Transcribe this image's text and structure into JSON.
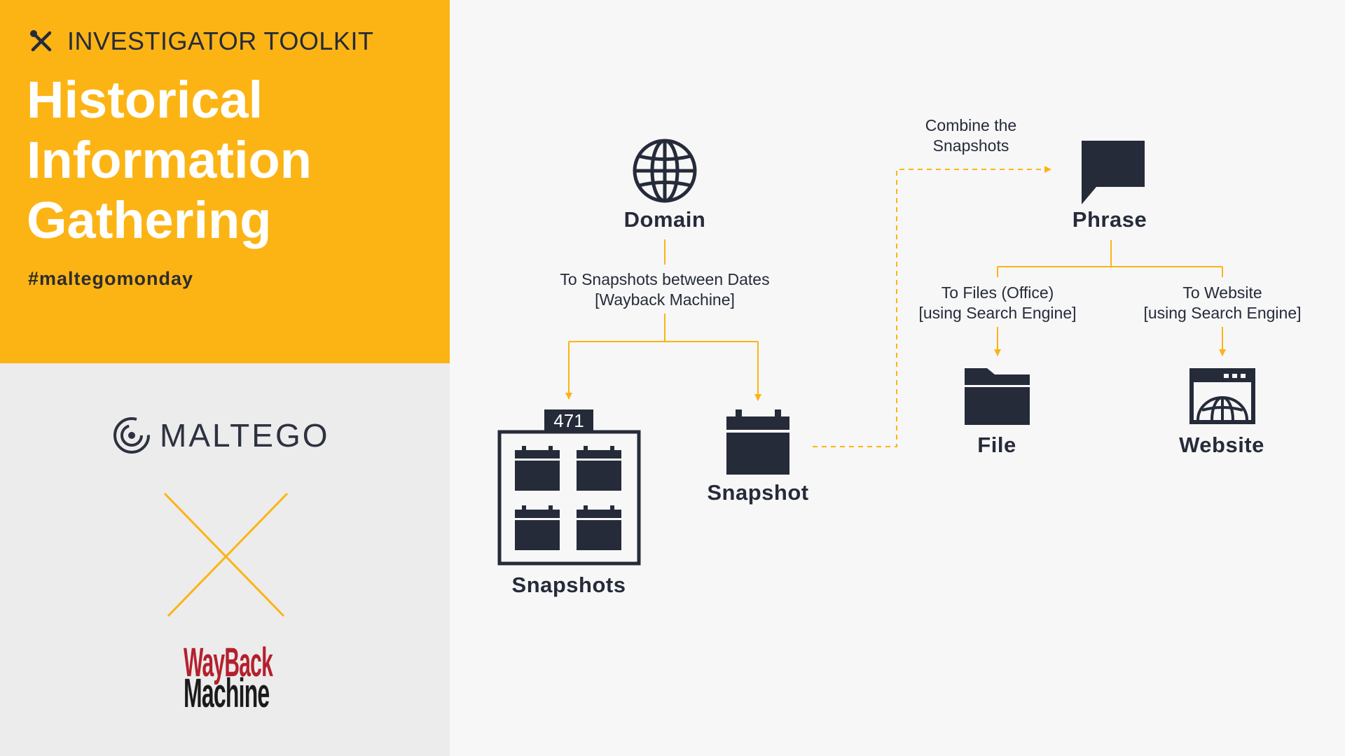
{
  "header": {
    "toolkit_label": "INVESTIGATOR TOOLKIT",
    "title_lines": [
      "Historical",
      "Information",
      "Gathering"
    ],
    "hashtag": "#maltegomonday"
  },
  "logos": {
    "maltego": "MALTEGO",
    "wayback_line1": "WayBack",
    "wayback_line2": "Machine"
  },
  "colors": {
    "yellow": "#fcb415",
    "dark": "#262b3a",
    "gray_panel": "#ececec",
    "wayback_red": "#b5202e"
  },
  "diagram": {
    "nodes": {
      "domain": "Domain",
      "snapshots": "Snapshots",
      "snapshots_count": "471",
      "snapshot": "Snapshot",
      "phrase": "Phrase",
      "file": "File",
      "website": "Website"
    },
    "edges": {
      "to_snapshots_line1": "To Snapshots between Dates",
      "to_snapshots_line2": "[Wayback Machine]",
      "combine_line1": "Combine the",
      "combine_line2": "Snapshots",
      "to_files_line1": "To Files (Office)",
      "to_files_line2": "[using Search Engine]",
      "to_website_line1": "To Website",
      "to_website_line2": "[using Search Engine]"
    }
  }
}
